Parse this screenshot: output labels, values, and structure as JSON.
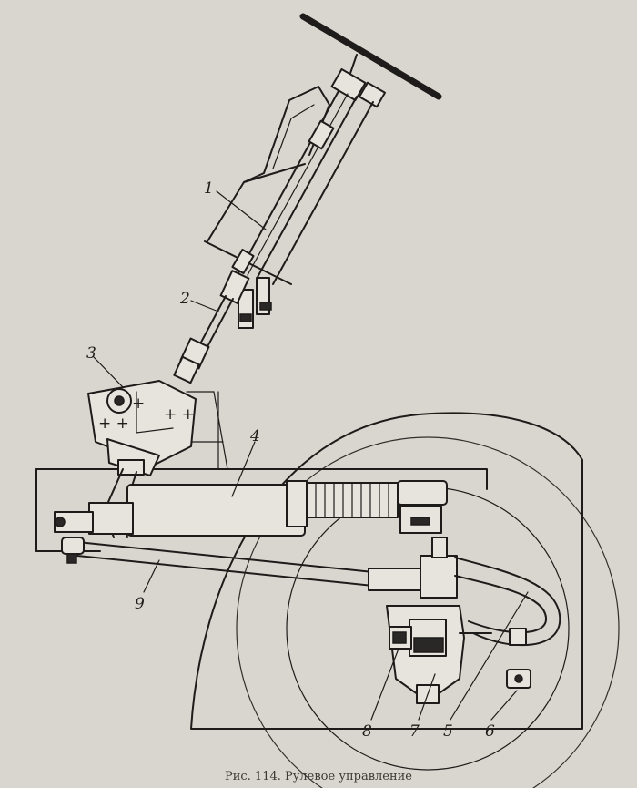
{
  "figure": {
    "labels": [
      {
        "id": "1",
        "text": "1"
      },
      {
        "id": "2",
        "text": "2"
      },
      {
        "id": "3",
        "text": "3"
      },
      {
        "id": "4",
        "text": "4"
      },
      {
        "id": "5",
        "text": "5"
      },
      {
        "id": "6",
        "text": "6"
      },
      {
        "id": "7",
        "text": "7"
      },
      {
        "id": "8",
        "text": "8"
      },
      {
        "id": "9",
        "text": "9"
      }
    ],
    "caption": "Рис. 114. Рулевое управление"
  }
}
